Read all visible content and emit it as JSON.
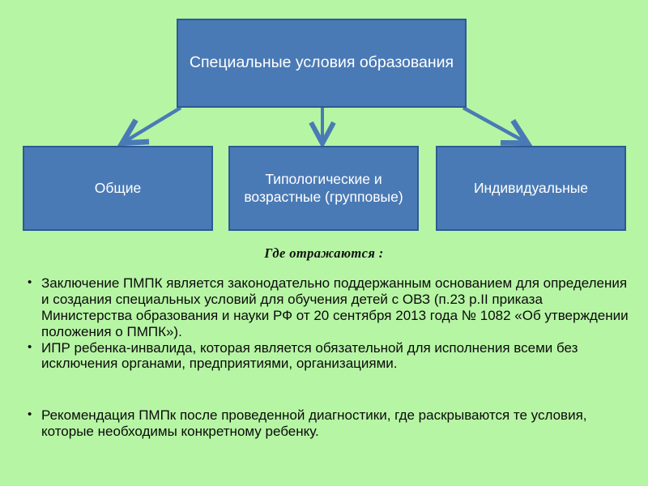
{
  "slide": {
    "background_color": "#b6f5a4",
    "node_fill_color": "#4a7ab5",
    "node_border_color": "#2d5a93",
    "node_text_color": "#ffffff",
    "connector_color": "#4a7ab5",
    "body_text_color": "#0b0b0b"
  },
  "diagram": {
    "root": {
      "label": "Специальные условия образования"
    },
    "children": [
      {
        "label": "Общие"
      },
      {
        "label": "Типологические  и возрастные (групповые)"
      },
      {
        "label": "Индивидуальные"
      }
    ]
  },
  "section_heading": "Где отражаются :",
  "bullets": [
    {
      "marker": "•",
      "text": "Заключение ПМПК является законодательно поддержанным основанием для определения и создания специальных условий для обучения детей с ОВЗ (п.23 р.II  приказа Министерства образования и науки РФ от 20 сентября 2013 года № 1082 «Об утверждении положения о ПМПК»)."
    },
    {
      "marker": "•",
      "text": "ИПР ребенка-инвалида, которая является обязательной для исполнения всеми без исключения органами, предприятиями, организациями."
    },
    {
      "marker": "•",
      "text": "Рекомендация ПМПк после проведенной диагностики, где раскрываются те условия, которые необходимы конкретному ребенку."
    }
  ]
}
